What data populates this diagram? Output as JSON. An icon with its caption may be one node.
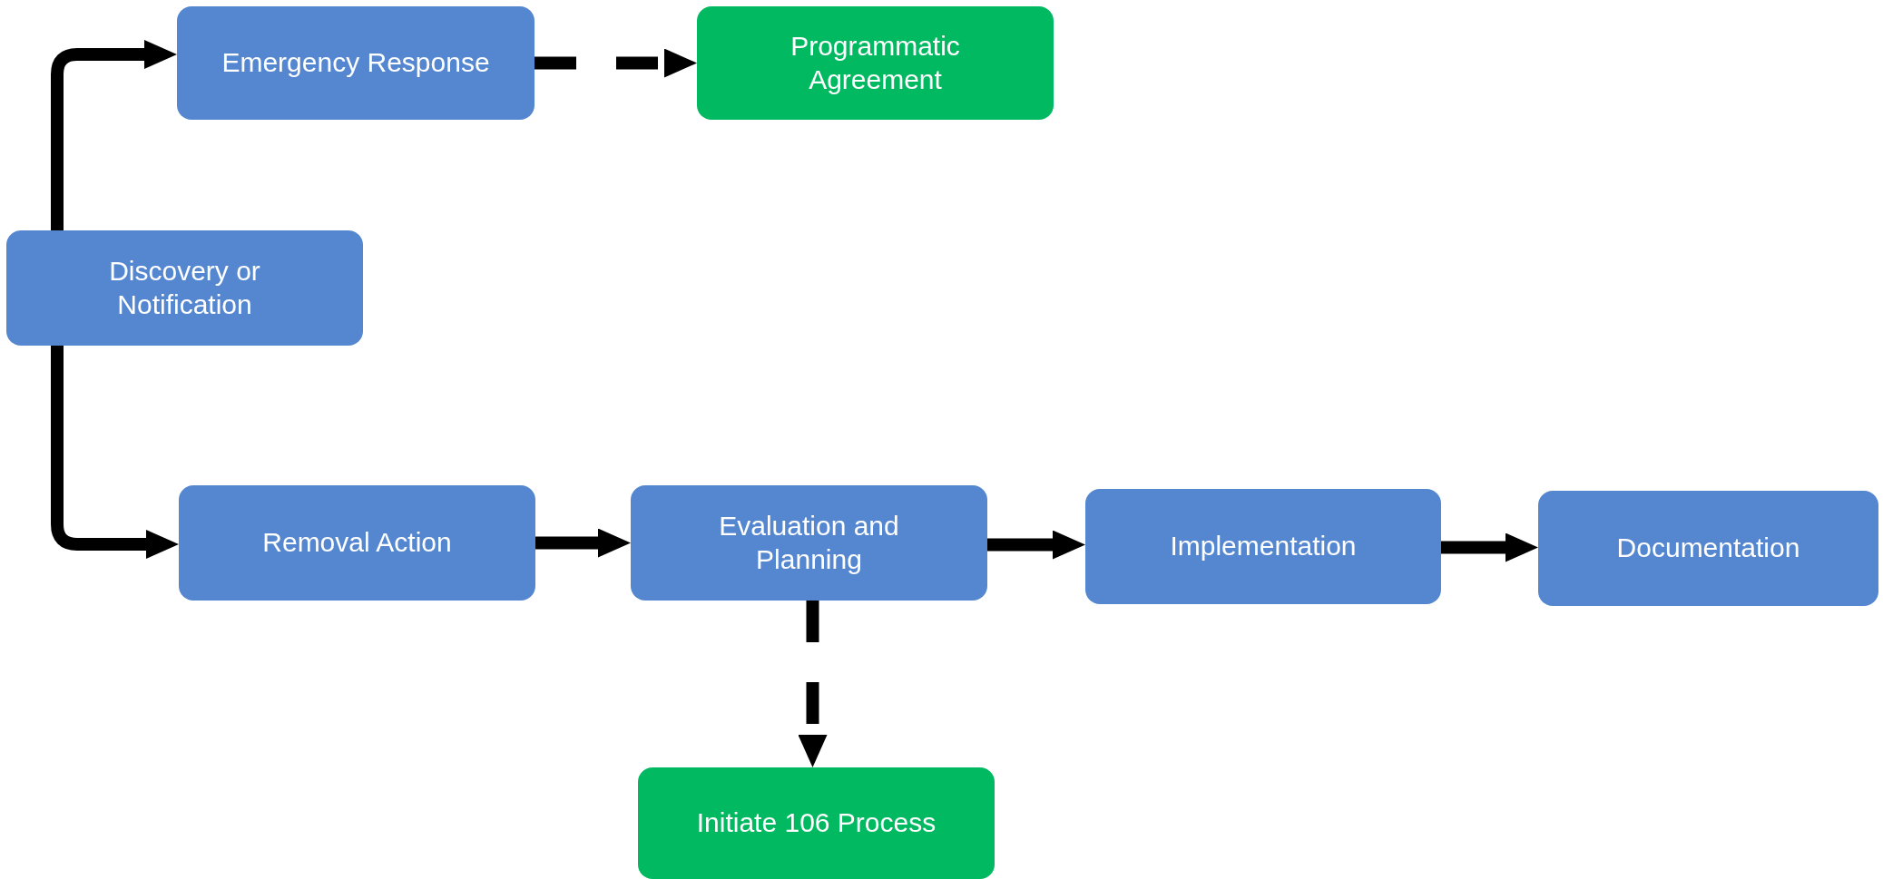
{
  "diagram": {
    "nodes": [
      {
        "text": [
          "Emergency Response"
        ]
      },
      {
        "text": [
          "Programmatic Agreement"
        ]
      },
      {
        "text": [
          "Discovery or Notification"
        ]
      },
      {
        "text": [
          "Removal Action"
        ]
      },
      {
        "text": [
          "Evaluation and Planning"
        ]
      },
      {
        "text": [
          "Implementation"
        ]
      },
      {
        "text": [
          "Documentation"
        ]
      },
      {
        "text": [
          "Initiate 106 Process"
        ]
      }
    ],
    "edges": [
      {
        "from": 2,
        "to": 0,
        "arrow": "to"
      },
      {
        "from": 0,
        "to": 1,
        "arrow": "to",
        "style": "dashed"
      },
      {
        "from": 2,
        "to": 3,
        "arrow": "to"
      },
      {
        "from": 3,
        "to": 4,
        "arrow": "to"
      },
      {
        "from": 4,
        "to": 5,
        "arrow": "to"
      },
      {
        "from": 5,
        "to": 6,
        "arrow": "to"
      },
      {
        "from": 4,
        "to": 7,
        "arrow": "to",
        "style": "dashed"
      }
    ]
  }
}
